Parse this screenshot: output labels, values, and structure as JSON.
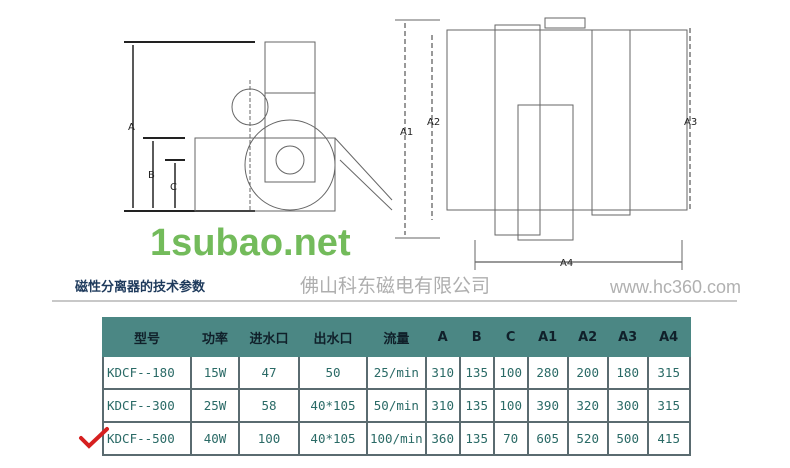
{
  "drawing": {
    "side_view_labels": [
      "A",
      "B",
      "C"
    ],
    "front_view_labels": [
      "A1",
      "A2",
      "A3",
      "A4"
    ]
  },
  "section_title": "磁性分离器的技术参数",
  "table": {
    "headers": [
      "型号",
      "功率",
      "进水口",
      "出水口",
      "流量",
      "A",
      "B",
      "C",
      "A1",
      "A2",
      "A3",
      "A4"
    ],
    "rows": [
      [
        "KDCF--180",
        "15W",
        "47",
        "50",
        "25/min",
        "310",
        "135",
        "100",
        "280",
        "200",
        "180",
        "315"
      ],
      [
        "KDCF--300",
        "25W",
        "58",
        "40*105",
        "50/min",
        "310",
        "135",
        "100",
        "390",
        "320",
        "300",
        "315"
      ],
      [
        "KDCF--500",
        "40W",
        "100",
        "40*105",
        "100/min",
        "360",
        "135",
        "70",
        "605",
        "520",
        "500",
        "415"
      ]
    ]
  },
  "watermarks": {
    "site": "1subao.net",
    "company": "佛山科东磁电有限公司",
    "url": "www.hc360.com"
  },
  "colors": {
    "header": "#4b8784",
    "cell_text": "#2a6a66",
    "watermark_green": "#5aa83a",
    "check": "#d62020"
  }
}
